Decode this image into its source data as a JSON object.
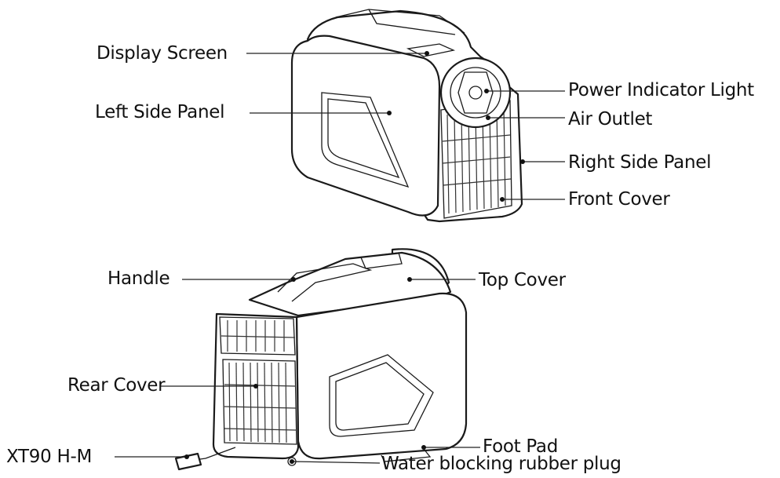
{
  "labels": {
    "display_screen": "Display Screen",
    "left_side_panel": "Left Side Panel",
    "power_indicator_light": "Power Indicator Light",
    "air_outlet": "Air Outlet",
    "right_side_panel": "Right Side Panel",
    "front_cover": "Front Cover",
    "handle": "Handle",
    "top_cover": "Top Cover",
    "rear_cover": "Rear Cover",
    "xt90": "XT90 H-M",
    "foot_pad": "Foot Pad",
    "water_plug": "Water blocking rubber plug"
  }
}
